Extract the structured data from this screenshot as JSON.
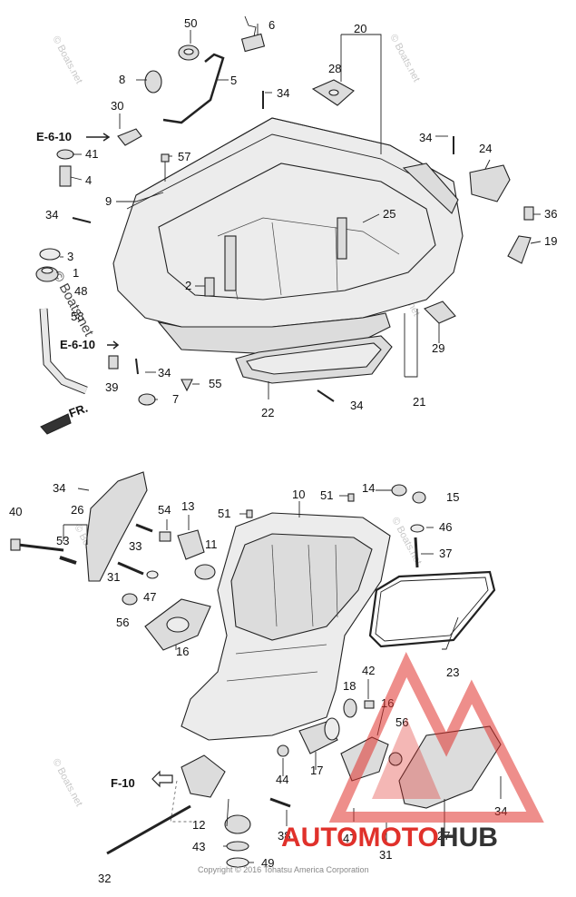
{
  "callouts": {
    "c50": "50",
    "c6": "6",
    "c20": "20",
    "c28": "28",
    "c8": "8",
    "c5": "5",
    "c34a": "34",
    "c30": "30",
    "c34b": "34",
    "c24": "24",
    "c41": "41",
    "c57": "57",
    "c4": "4",
    "c9": "9",
    "c34c": "34",
    "c25": "25",
    "c36": "36",
    "c19": "19",
    "c3": "3",
    "c1": "1",
    "c48": "48",
    "c2": "2",
    "c58": "58",
    "c29": "29",
    "c39": "39",
    "c34d": "34",
    "c55": "55",
    "c7": "7",
    "c34e": "34",
    "c22": "22",
    "c21": "21",
    "c34f": "34",
    "c26": "26",
    "c40": "40",
    "c53": "53",
    "c54": "54",
    "c13": "13",
    "c51a": "51",
    "c10": "10",
    "c51b": "51",
    "c14": "14",
    "c15": "15",
    "c46": "46",
    "c33": "33",
    "c11": "11",
    "c37": "37",
    "c31a": "31",
    "c47a": "47",
    "c56a": "56",
    "c16a": "16",
    "c42": "42",
    "c23": "23",
    "c18": "18",
    "c16b": "16",
    "c56b": "56",
    "c17": "17",
    "c44": "44",
    "c34g": "34",
    "c12": "12",
    "c38": "38",
    "c47b": "47",
    "c31b": "31",
    "c27": "27",
    "c43": "43",
    "c49": "49",
    "c32": "32"
  },
  "references": {
    "e610_top": "E-6-10",
    "e610_mid": "E-6-10",
    "f10": "F-10",
    "front": "FR."
  },
  "watermark": "© Boats.net",
  "copyright": "Copyright © 2016 Tohatsu America Corporation",
  "brand": {
    "part1": "AUTO",
    "part2": "MOTO",
    "part3": "HUB",
    "color1": "#e0312b",
    "color2": "#333333"
  }
}
